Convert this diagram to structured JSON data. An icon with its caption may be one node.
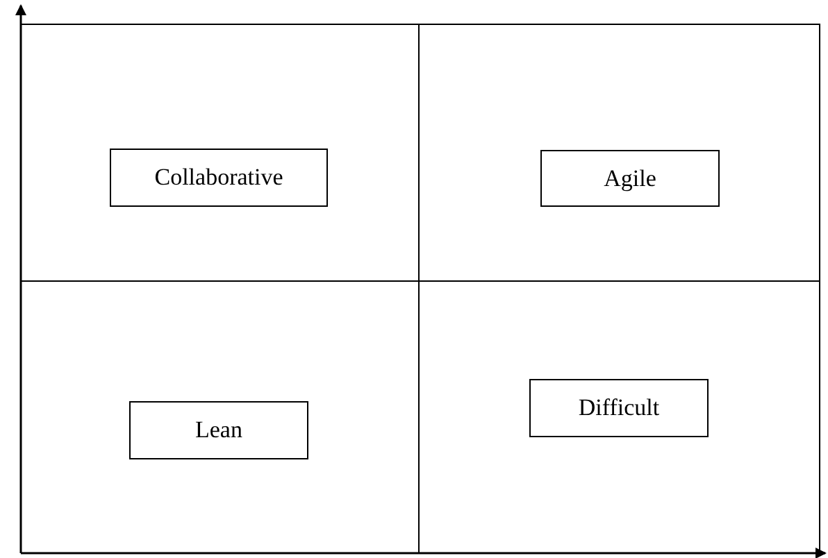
{
  "diagram": {
    "nodes": [
      {
        "text": [
          "Collaborative"
        ]
      },
      {
        "text": [
          "Agile"
        ]
      },
      {
        "text": [
          "Lean"
        ]
      },
      {
        "text": [
          "Difficult"
        ]
      }
    ]
  }
}
